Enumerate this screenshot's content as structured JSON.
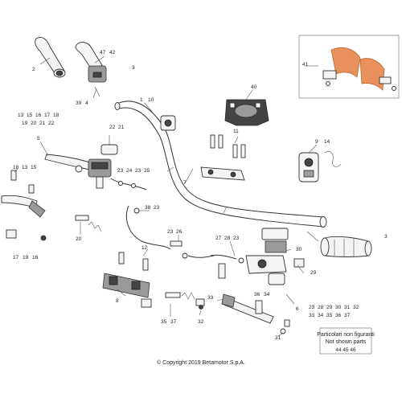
{
  "labels": {
    "l1": "1",
    "l10": "10",
    "l2": "2",
    "l3": "3",
    "l47": "47",
    "l42": "42",
    "l39": "39",
    "l4": "4",
    "l41": "41",
    "l40": "40",
    "l5": "5",
    "l13": "13",
    "l15": "15",
    "l16": "16",
    "l17": "17",
    "l18": "18",
    "l19": "19",
    "l20": "20",
    "l21": "21",
    "l22": "22",
    "l18b": "18",
    "l13b": "13",
    "l15b": "15",
    "l22b": "22",
    "l21b": "21",
    "l11": "11",
    "l9": "9",
    "l14": "14",
    "l23a": "23",
    "l24": "24",
    "l23b": "23",
    "l25": "25",
    "l7": "7",
    "l38": "38",
    "l23c": "23",
    "l20b": "20",
    "l17b": "17",
    "l19b": "19",
    "l16b": "16",
    "l23d": "23",
    "l26": "26",
    "l12": "12",
    "l27": "27",
    "l28": "28",
    "l23e": "23",
    "l30": "30",
    "l3b": "3",
    "l8": "8",
    "l29": "29",
    "l33a": "33",
    "l36": "36",
    "l34": "34",
    "l6": "6",
    "l35": "35",
    "l37": "37",
    "l32": "32",
    "l31": "31",
    "l23f": "23",
    "l28b": "28",
    "l29b": "29",
    "l30b": "30",
    "l31b": "31",
    "l32b": "32",
    "l33b": "33",
    "l34b": "34",
    "l35b": "35",
    "l36b": "36",
    "l37b": "37"
  },
  "not_shown": {
    "title_it": "Particolari non figuranti",
    "title_en": "Not shown parts",
    "parts": "44  45  46"
  },
  "copyright": "© Copyright 2019 Betamotor S.p.A."
}
